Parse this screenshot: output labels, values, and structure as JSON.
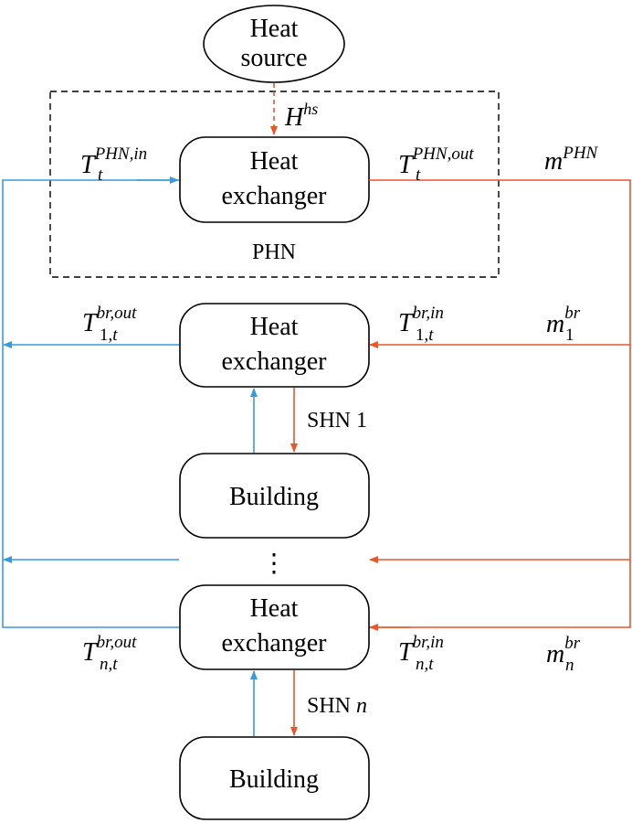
{
  "colors": {
    "supply": "#e8562a",
    "return": "#3a9ad9",
    "outline": "#000000",
    "dashed_box": "#000000"
  },
  "nodes": {
    "heat_source": {
      "line1": "Heat",
      "line2": "source"
    },
    "phn_exchanger": {
      "line1": "Heat",
      "line2": "exchanger"
    },
    "exchanger_1": {
      "line1": "Heat",
      "line2": "exchanger"
    },
    "building_1": {
      "label": "Building"
    },
    "exchanger_n": {
      "line1": "Heat",
      "line2": "exchanger"
    },
    "building_n": {
      "label": "Building"
    }
  },
  "labels": {
    "phn": "PHN",
    "shn1": "SHN 1",
    "shn_n_prefix": "SHN ",
    "shn_n_var": "n",
    "ellipsis": "⋮",
    "H_hs": {
      "base": "H",
      "sup": "hs"
    },
    "T_phn_in": {
      "base": "T",
      "sub": "t",
      "sup": "PHN,in"
    },
    "T_phn_out": {
      "base": "T",
      "sub": "t",
      "sup": "PHN,out"
    },
    "m_phn": {
      "base": "m",
      "sup": "PHN"
    },
    "T1_br_out": {
      "base": "T",
      "sub": "1,t",
      "sup": "br,out"
    },
    "T1_br_in": {
      "base": "T",
      "sub": "1,t",
      "sup": "br,in"
    },
    "m1_br": {
      "base": "m",
      "sub": "1",
      "sup": "br"
    },
    "Tn_br_out": {
      "base": "T",
      "sub": "n,t",
      "sup": "br,out"
    },
    "Tn_br_in": {
      "base": "T",
      "sub": "n,t",
      "sup": "br,in"
    },
    "mn_br": {
      "base": "m",
      "sub": "n",
      "sup": "br"
    }
  }
}
